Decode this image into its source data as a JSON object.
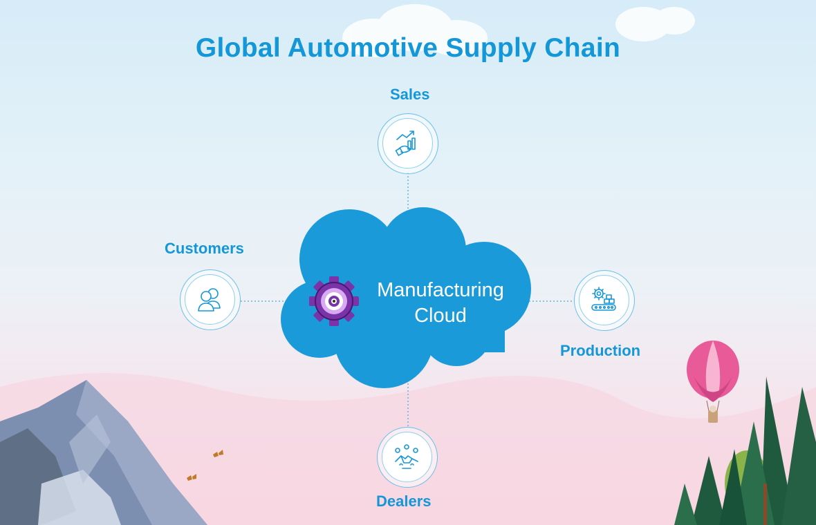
{
  "title": "Global Automotive Supply Chain",
  "hub": {
    "line1": "Manufacturing",
    "line2": "Cloud",
    "icon": "gear-icon"
  },
  "nodes": {
    "sales": {
      "label": "Sales",
      "icon": "sales-growth-icon"
    },
    "customers": {
      "label": "Customers",
      "icon": "customers-icon"
    },
    "production": {
      "label": "Production",
      "icon": "production-conveyor-icon"
    },
    "dealers": {
      "label": "Dealers",
      "icon": "dealers-handshake-icon"
    }
  },
  "colors": {
    "accent": "#1497d8",
    "cloud": "#1b9ad9",
    "gear": "#7a33a8"
  }
}
